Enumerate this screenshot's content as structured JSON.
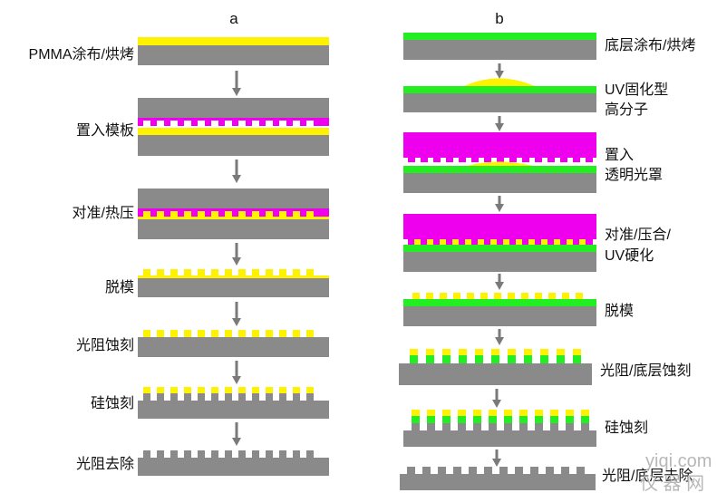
{
  "colors": {
    "gray": "#8a8a8a",
    "yellow": "#fff200",
    "magenta": "#ee00ee",
    "green": "#22ee22",
    "arrow": "#7a7a7a"
  },
  "column_a": {
    "title": "a",
    "steps": [
      "PMMA涂布/烘烤",
      "置入模板",
      "对准/热压",
      "脱模",
      "光阻蚀刻",
      "硅蚀刻",
      "光阻去除"
    ]
  },
  "column_b": {
    "title": "b",
    "steps": [
      [
        "底层涂布/烘烤"
      ],
      [
        "UV固化型",
        "高分子"
      ],
      [
        "置入",
        "透明光罩"
      ],
      [
        "对准/压合/",
        "UV硬化"
      ],
      [
        "脱模"
      ],
      [
        "光阻/底层蚀刻"
      ],
      [
        "硅蚀刻"
      ],
      [
        "光阻/底层去除"
      ]
    ]
  },
  "watermark": {
    "line1": "yiqi.com",
    "line2": "仪 器 网"
  }
}
